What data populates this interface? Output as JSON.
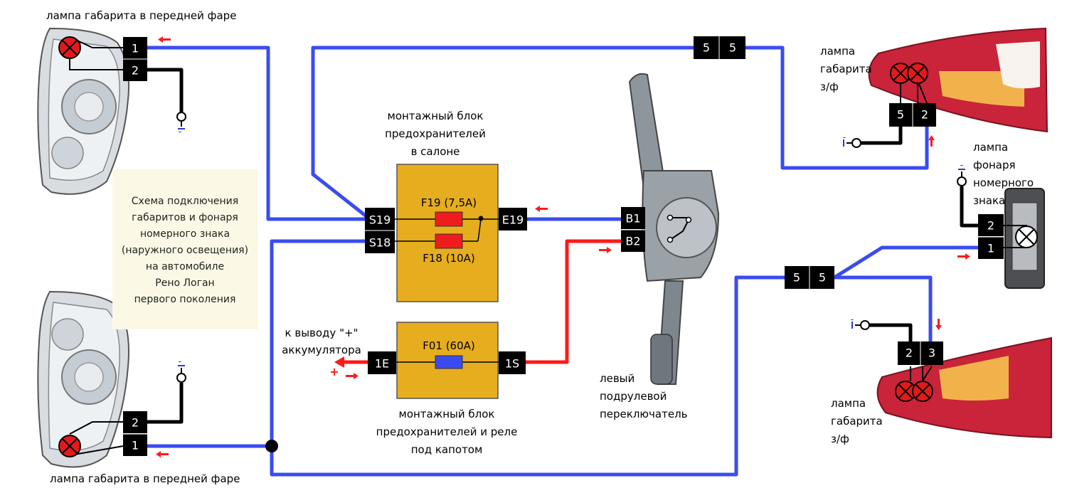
{
  "labels": {
    "lamp_front_top": "лампа габарита в передней фаре",
    "lamp_front_bottom": "лампа габарита в передней фаре",
    "fuse_block_salon": [
      "монтажный блок",
      "предохранителей",
      "в салоне"
    ],
    "fuse_block_hood": [
      "монтажный блок",
      "предохранителей и реле",
      "под капотом"
    ],
    "switch": [
      "левый",
      "подрулевой",
      "переключатель"
    ],
    "rear_lamp_top": [
      "лампа",
      "габарита",
      "з/ф"
    ],
    "rear_lamp_bottom": [
      "лампа",
      "габарита",
      "з/ф"
    ],
    "plate_lamp": [
      "лампа",
      "фонаря",
      "номерного",
      "знака"
    ],
    "battery": [
      "к выводу \"+\"",
      "аккумулятора"
    ]
  },
  "note": [
    "Схема подключения",
    "габаритов и фонаря",
    "номерного знака",
    "(наружного освещения)",
    "на автомобиле",
    "Рено Логан",
    "первого поколения"
  ],
  "fuses": {
    "f19": "F19 (7,5A)",
    "f18": "F18 (10A)",
    "f01": "F01 (60A)"
  },
  "pins": {
    "front_top_1": "1",
    "front_top_2": "2",
    "front_bottom_1": "1",
    "front_bottom_2": "2",
    "s19": "S19",
    "s18": "S18",
    "e19": "E19",
    "b1": "B1",
    "b2": "B2",
    "p1e": "1E",
    "p1s": "1S",
    "top55_a": "5",
    "top55_b": "5",
    "mid55_a": "5",
    "mid55_b": "5",
    "rear_top_5": "5",
    "rear_top_2": "2",
    "rear_bottom_2": "2",
    "rear_bottom_3": "3",
    "plate_2": "2",
    "plate_1": "1"
  },
  "polarity": {
    "minus": "-",
    "plus": "+"
  },
  "colors": {
    "wire_blue": "#3a4cf0",
    "wire_red": "#ff1a1a",
    "wire_black": "#000000",
    "fuse_block": "#e6ad1e",
    "fuse_red": "#ee1c1c",
    "fuse_blue": "#3a4cf0",
    "note_bg": "#fbf9e6",
    "lamp_red": "#e41a1a"
  }
}
